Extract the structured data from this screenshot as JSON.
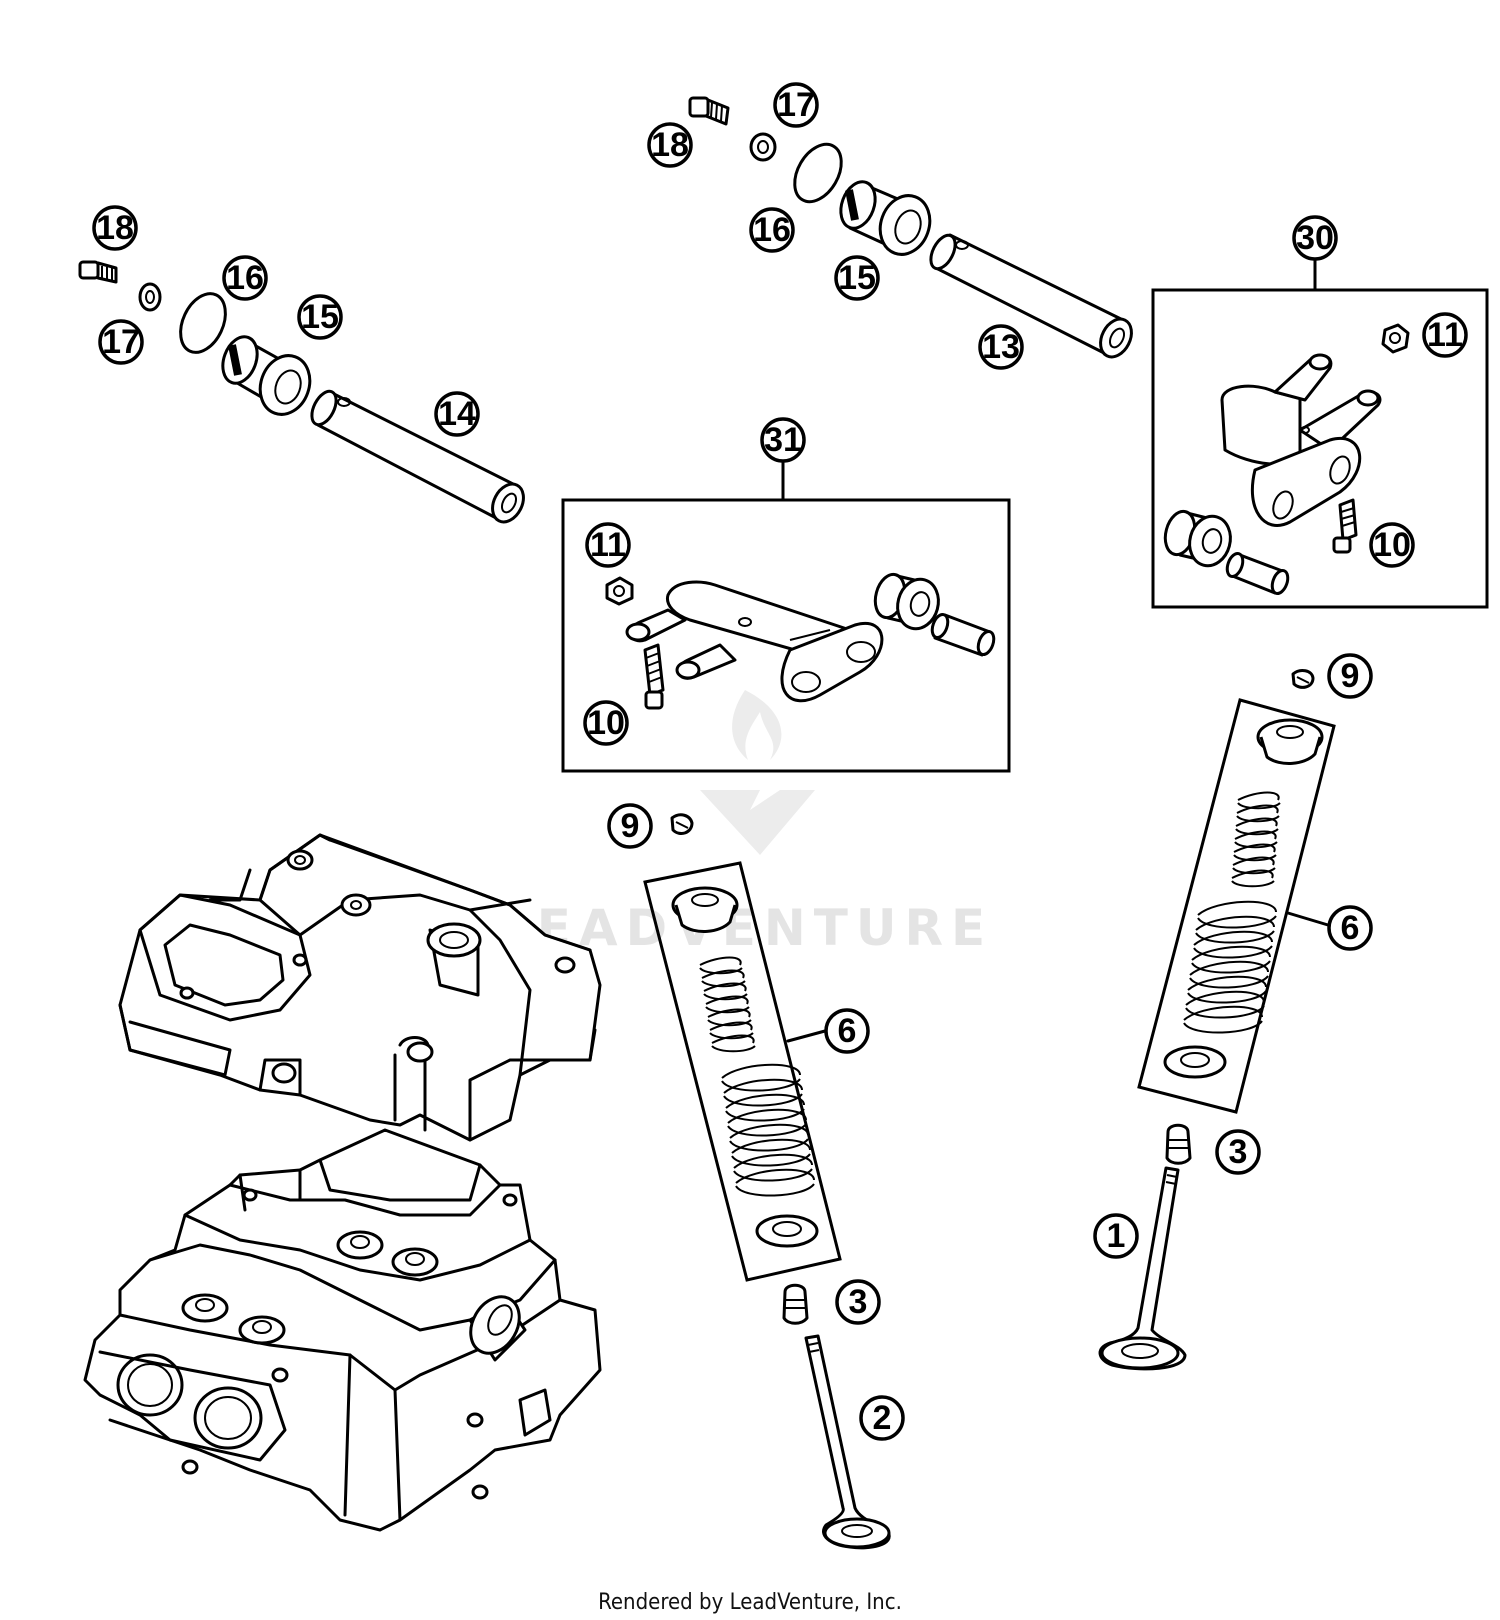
{
  "callouts": {
    "c18a": "18",
    "c17a": "17",
    "c16a": "16",
    "c15a": "15",
    "c14": "14",
    "c18b": "18",
    "c17b": "17",
    "c16b": "16",
    "c15b": "15",
    "c13": "13",
    "c30": "30",
    "c11a": "11",
    "c10a": "10",
    "c31": "31",
    "c11b": "11",
    "c10b": "10",
    "c9a": "9",
    "c9b": "9",
    "c6a": "6",
    "c6b": "6",
    "c3a": "3",
    "c3b": "3",
    "c2": "2",
    "c1": "1"
  },
  "watermark": "LEADVENTURE",
  "footer": "Rendered by LeadVenture, Inc."
}
